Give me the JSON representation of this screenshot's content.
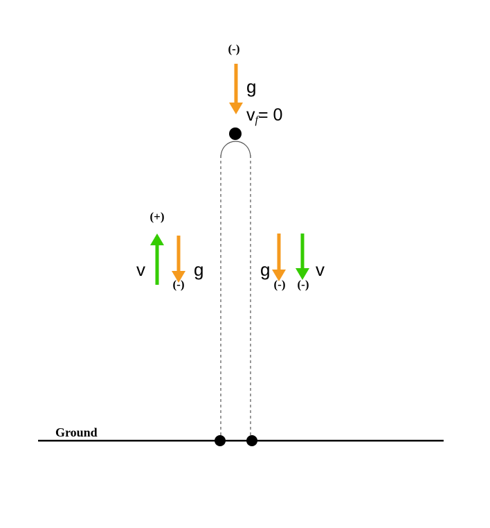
{
  "title": "Free fall / projectile sign-convention diagram",
  "colors": {
    "gravity_arrow": "#F59A1E",
    "velocity_arrow": "#35CC00",
    "ball": "#000000",
    "trajectory": "#555555",
    "ground_line": "#000000"
  },
  "labels": {
    "top_sign": "(-)",
    "top_g": "g",
    "apex_v": "v",
    "apex_sub": "f",
    "apex_eq": "= 0",
    "left_plus": "(+)",
    "left_v": "v",
    "left_minus": "(-)",
    "left_g": "g",
    "right_g": "g",
    "right_g_minus": "(-)",
    "right_v_minus": "(-)",
    "right_v": "v",
    "ground": "Ground"
  }
}
